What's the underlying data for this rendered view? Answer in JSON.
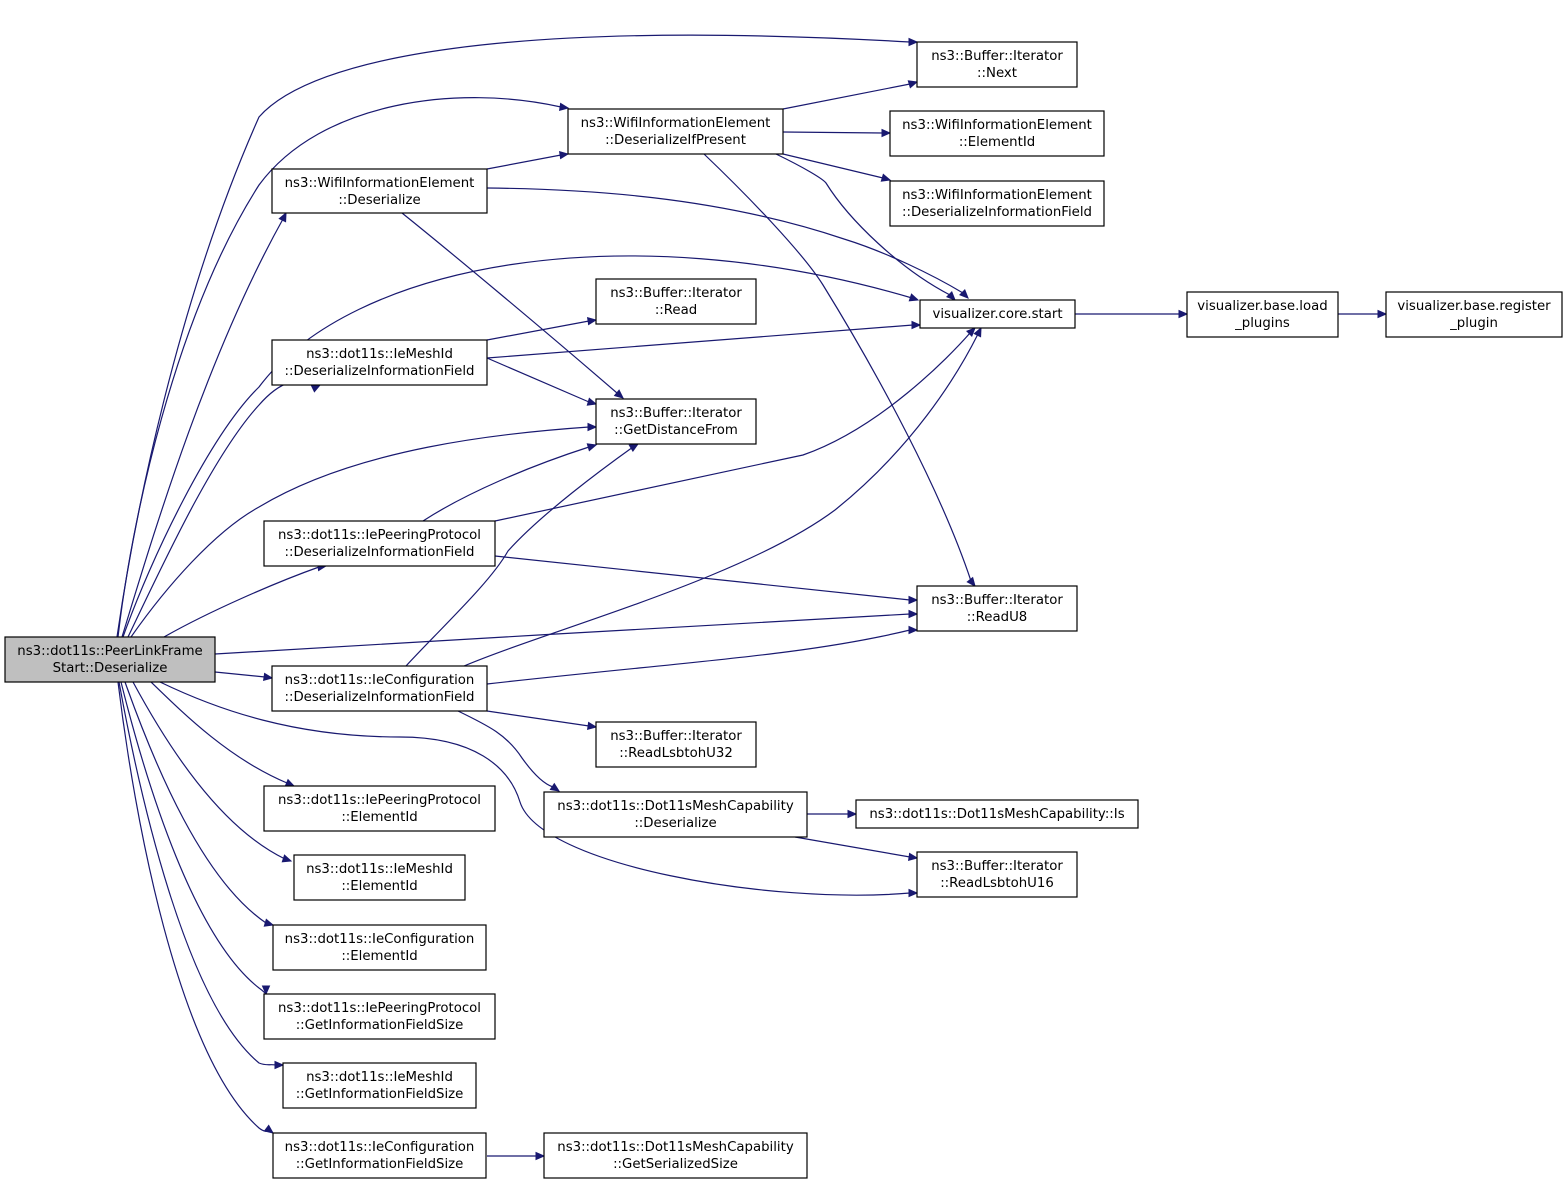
{
  "diagram": {
    "colors": {
      "edge": "#191970",
      "root_fill": "#bfbfbf",
      "node_fill": "#ffffff",
      "border": "#000000"
    },
    "nodes": [
      {
        "id": "root",
        "line1": "ns3::dot11s::PeerLinkFrame",
        "line2": "Start::Deserialize"
      },
      {
        "id": "wie_des",
        "line1": "ns3::WifiInformationElement",
        "line2": "::Deserialize"
      },
      {
        "id": "wie_dip",
        "line1": "ns3::WifiInformationElement",
        "line2": "::DeserializeIfPresent"
      },
      {
        "id": "bi_next",
        "line1": "ns3::Buffer::Iterator",
        "line2": "::Next"
      },
      {
        "id": "wie_eid",
        "line1": "ns3::WifiInformationElement",
        "line2": "::ElementId"
      },
      {
        "id": "wie_dif",
        "line1": "ns3::WifiInformationElement",
        "line2": "::DeserializeInformationField"
      },
      {
        "id": "viz_start",
        "line1": "visualizer.core.start",
        "line2": ""
      },
      {
        "id": "viz_load",
        "line1": "visualizer.base.load",
        "line2": "_plugins"
      },
      {
        "id": "viz_reg",
        "line1": "visualizer.base.register",
        "line2": "_plugin"
      },
      {
        "id": "bi_read",
        "line1": "ns3::Buffer::Iterator",
        "line2": "::Read"
      },
      {
        "id": "mesh_dif",
        "line1": "ns3::dot11s::IeMeshId",
        "line2": "::DeserializeInformationField"
      },
      {
        "id": "bi_gdf",
        "line1": "ns3::Buffer::Iterator",
        "line2": "::GetDistanceFrom"
      },
      {
        "id": "peer_dif",
        "line1": "ns3::dot11s::IePeeringProtocol",
        "line2": "::DeserializeInformationField"
      },
      {
        "id": "bi_ru8",
        "line1": "ns3::Buffer::Iterator",
        "line2": "::ReadU8"
      },
      {
        "id": "conf_dif",
        "line1": "ns3::dot11s::IeConfiguration",
        "line2": "::DeserializeInformationField"
      },
      {
        "id": "bi_r32",
        "line1": "ns3::Buffer::Iterator",
        "line2": "::ReadLsbtohU32"
      },
      {
        "id": "dmc_des",
        "line1": "ns3::dot11s::Dot11sMeshCapability",
        "line2": "::Deserialize"
      },
      {
        "id": "dmc_is",
        "line1": "ns3::dot11s::Dot11sMeshCapability::Is",
        "line2": ""
      },
      {
        "id": "bi_r16",
        "line1": "ns3::Buffer::Iterator",
        "line2": "::ReadLsbtohU16"
      },
      {
        "id": "peer_eid",
        "line1": "ns3::dot11s::IePeeringProtocol",
        "line2": "::ElementId"
      },
      {
        "id": "mesh_eid",
        "line1": "ns3::dot11s::IeMeshId",
        "line2": "::ElementId"
      },
      {
        "id": "conf_eid",
        "line1": "ns3::dot11s::IeConfiguration",
        "line2": "::ElementId"
      },
      {
        "id": "peer_gis",
        "line1": "ns3::dot11s::IePeeringProtocol",
        "line2": "::GetInformationFieldSize"
      },
      {
        "id": "mesh_gis",
        "line1": "ns3::dot11s::IeMeshId",
        "line2": "::GetInformationFieldSize"
      },
      {
        "id": "conf_gis",
        "line1": "ns3::dot11s::IeConfiguration",
        "line2": "::GetInformationFieldSize"
      },
      {
        "id": "dmc_gss",
        "line1": "ns3::dot11s::Dot11sMeshCapability",
        "line2": "::GetSerializedSize"
      }
    ],
    "edges": [
      {
        "from": "root",
        "to": "bi_next"
      },
      {
        "from": "root",
        "to": "wie_dip"
      },
      {
        "from": "root",
        "to": "wie_des"
      },
      {
        "from": "root",
        "to": "viz_start"
      },
      {
        "from": "root",
        "to": "mesh_dif"
      },
      {
        "from": "root",
        "to": "bi_gdf"
      },
      {
        "from": "root",
        "to": "peer_dif"
      },
      {
        "from": "root",
        "to": "bi_ru8"
      },
      {
        "from": "root",
        "to": "conf_dif"
      },
      {
        "from": "root",
        "to": "bi_r16"
      },
      {
        "from": "root",
        "to": "peer_eid"
      },
      {
        "from": "root",
        "to": "mesh_eid"
      },
      {
        "from": "root",
        "to": "conf_eid"
      },
      {
        "from": "root",
        "to": "peer_gis"
      },
      {
        "from": "root",
        "to": "mesh_gis"
      },
      {
        "from": "root",
        "to": "conf_gis"
      },
      {
        "from": "wie_des",
        "to": "wie_dip"
      },
      {
        "from": "wie_des",
        "to": "viz_start"
      },
      {
        "from": "wie_des",
        "to": "bi_gdf"
      },
      {
        "from": "wie_dip",
        "to": "bi_next"
      },
      {
        "from": "wie_dip",
        "to": "wie_eid"
      },
      {
        "from": "wie_dip",
        "to": "wie_dif"
      },
      {
        "from": "wie_dip",
        "to": "viz_start"
      },
      {
        "from": "wie_dip",
        "to": "bi_ru8"
      },
      {
        "from": "viz_start",
        "to": "viz_load"
      },
      {
        "from": "viz_load",
        "to": "viz_reg"
      },
      {
        "from": "mesh_dif",
        "to": "bi_read"
      },
      {
        "from": "mesh_dif",
        "to": "viz_start"
      },
      {
        "from": "mesh_dif",
        "to": "bi_gdf"
      },
      {
        "from": "peer_dif",
        "to": "bi_gdf"
      },
      {
        "from": "peer_dif",
        "to": "viz_start"
      },
      {
        "from": "peer_dif",
        "to": "bi_ru8"
      },
      {
        "from": "conf_dif",
        "to": "bi_gdf"
      },
      {
        "from": "conf_dif",
        "to": "viz_start"
      },
      {
        "from": "conf_dif",
        "to": "bi_ru8"
      },
      {
        "from": "conf_dif",
        "to": "bi_r32"
      },
      {
        "from": "conf_dif",
        "to": "dmc_des"
      },
      {
        "from": "dmc_des",
        "to": "dmc_is"
      },
      {
        "from": "dmc_des",
        "to": "bi_r16"
      },
      {
        "from": "conf_gis",
        "to": "dmc_gss"
      }
    ]
  }
}
